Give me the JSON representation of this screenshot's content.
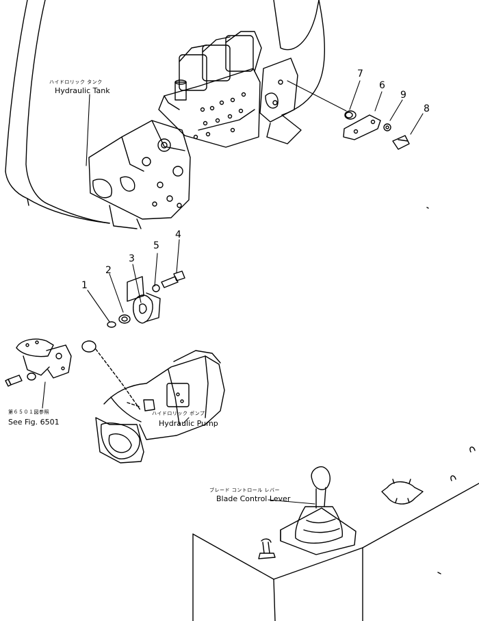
{
  "labels": {
    "tank_jp": "ハイドロリック タンク",
    "tank_en": "Hydraulic Tank",
    "pump_jp": "ハイドロリック ポンプ",
    "pump_en": "Hydraulic Pump",
    "see_fig_jp": "第６５０１図参照",
    "see_fig_en": "See Fig. 6501",
    "lever_jp": "ブレード コントロール レバー",
    "lever_en": "Blade Control Lever"
  },
  "parts": [
    {
      "number": "1"
    },
    {
      "number": "2"
    },
    {
      "number": "3"
    },
    {
      "number": "4"
    },
    {
      "number": "5"
    },
    {
      "number": "6"
    },
    {
      "number": "7"
    },
    {
      "number": "8"
    },
    {
      "number": "9"
    }
  ],
  "colors": {
    "ink": "#000000",
    "paper": "#ffffff"
  }
}
